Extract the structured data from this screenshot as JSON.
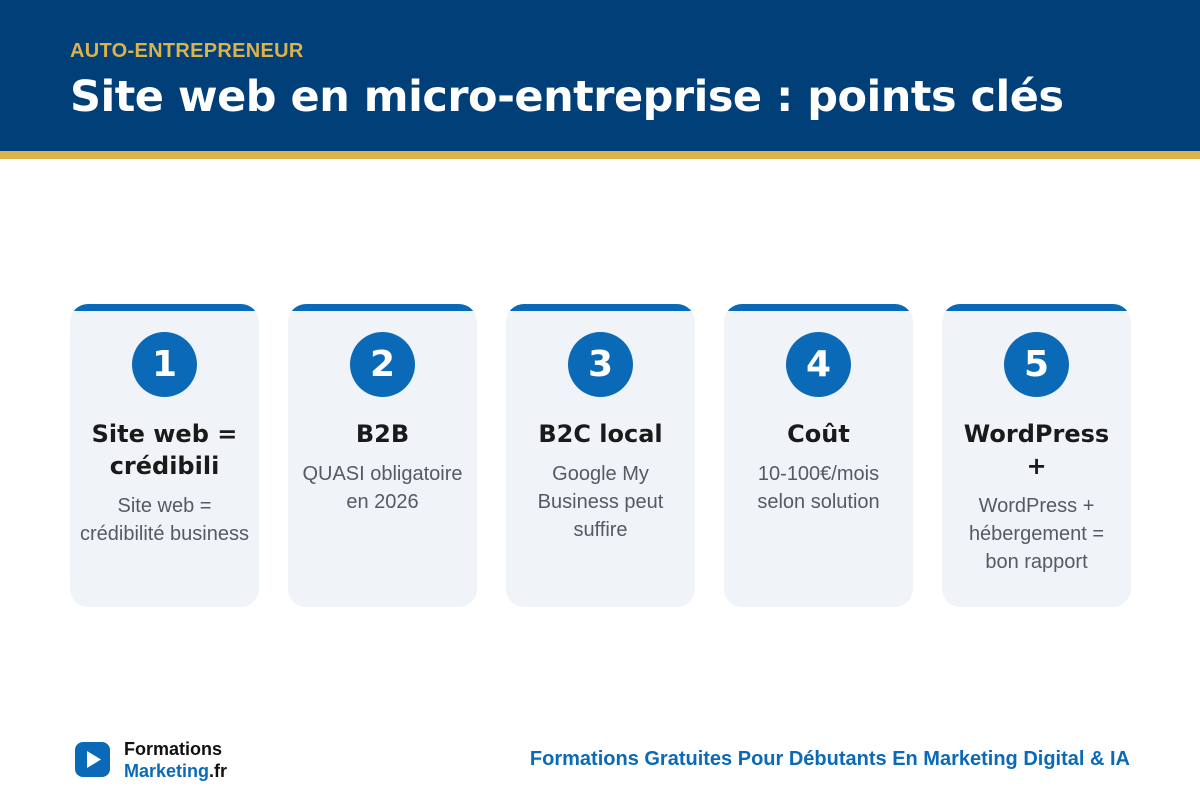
{
  "header": {
    "kicker": "AUTO-ENTREPRENEUR",
    "title": "Site web en micro-entreprise : points clés"
  },
  "cards": [
    {
      "number": "1",
      "title": "Site web = crédibili",
      "description": "Site web = crédibilité business"
    },
    {
      "number": "2",
      "title": "B2B",
      "description": "QUASI obligatoire en 2026"
    },
    {
      "number": "3",
      "title": "B2C local",
      "description": "Google My Business peut suffire"
    },
    {
      "number": "4",
      "title": "Coût",
      "description": "10-100€/mois selon solution"
    },
    {
      "number": "5",
      "title": "WordPress +",
      "description": "WordPress + hébergement = bon rapport"
    }
  ],
  "footer": {
    "logo_line1": "Formations",
    "logo_line2_word": "Marketing",
    "logo_line2_tld": ".fr",
    "tagline": "Formations Gratuites Pour Débutants En Marketing Digital & IA",
    "logo_icon": "play-icon"
  },
  "colors": {
    "header_bg": "#003f78",
    "accent_gold": "#dcb24a",
    "accent_blue": "#0a6ab8",
    "card_bg": "#f0f3f7"
  }
}
